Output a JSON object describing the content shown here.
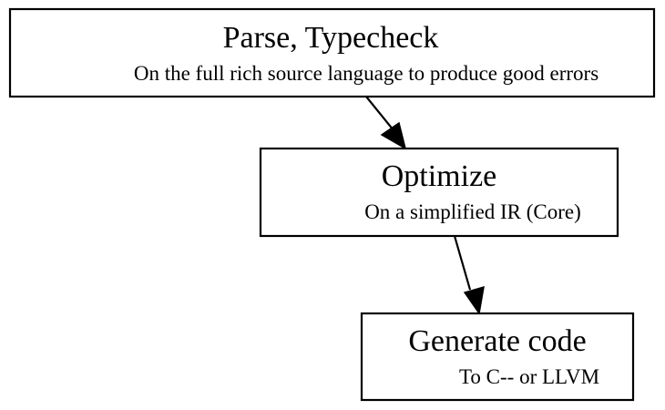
{
  "diagram": {
    "nodes": [
      {
        "title": "Parse, Typecheck",
        "subtitle": "On the full rich source language to produce good errors"
      },
      {
        "title": "Optimize",
        "subtitle": "On a simplified IR (Core)"
      },
      {
        "title": "Generate code",
        "subtitle": "To C-- or LLVM"
      }
    ],
    "edges": [
      {
        "from": "Parse, Typecheck",
        "to": "Optimize"
      },
      {
        "from": "Optimize",
        "to": "Generate code"
      }
    ],
    "colors": {
      "stroke": "#000000",
      "background": "#ffffff",
      "text": "#000000"
    }
  }
}
